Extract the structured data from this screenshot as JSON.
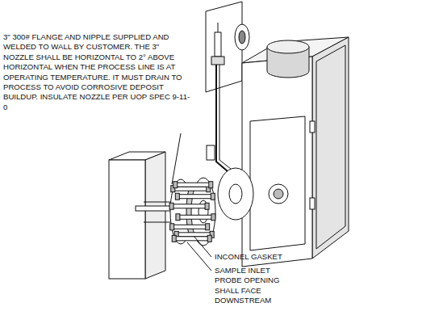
{
  "diagram": {
    "labels": [
      "3\" 300# FLANGE AND NIPPLE SUPPLIED AND WELDED TO WALL BY CUSTOMER. THE 3\" NOZZLE SHALL BE HORIZONTAL TO 2° ABOVE HORIZONTAL WHEN THE PROCESS LINE IS AT OPERATING TEMPERATURE. IT MUST DRAIN TO PROCESS TO AVOID CORROSIVE DEPOSIT BUILDUP. INSULATE NOZZLE PER UOP SPEC 9-11-0",
      "INCONEL GASKET",
      "SAMPLE INLET PROBE OPENING SHALL FACE DOWNSTREAM"
    ]
  }
}
